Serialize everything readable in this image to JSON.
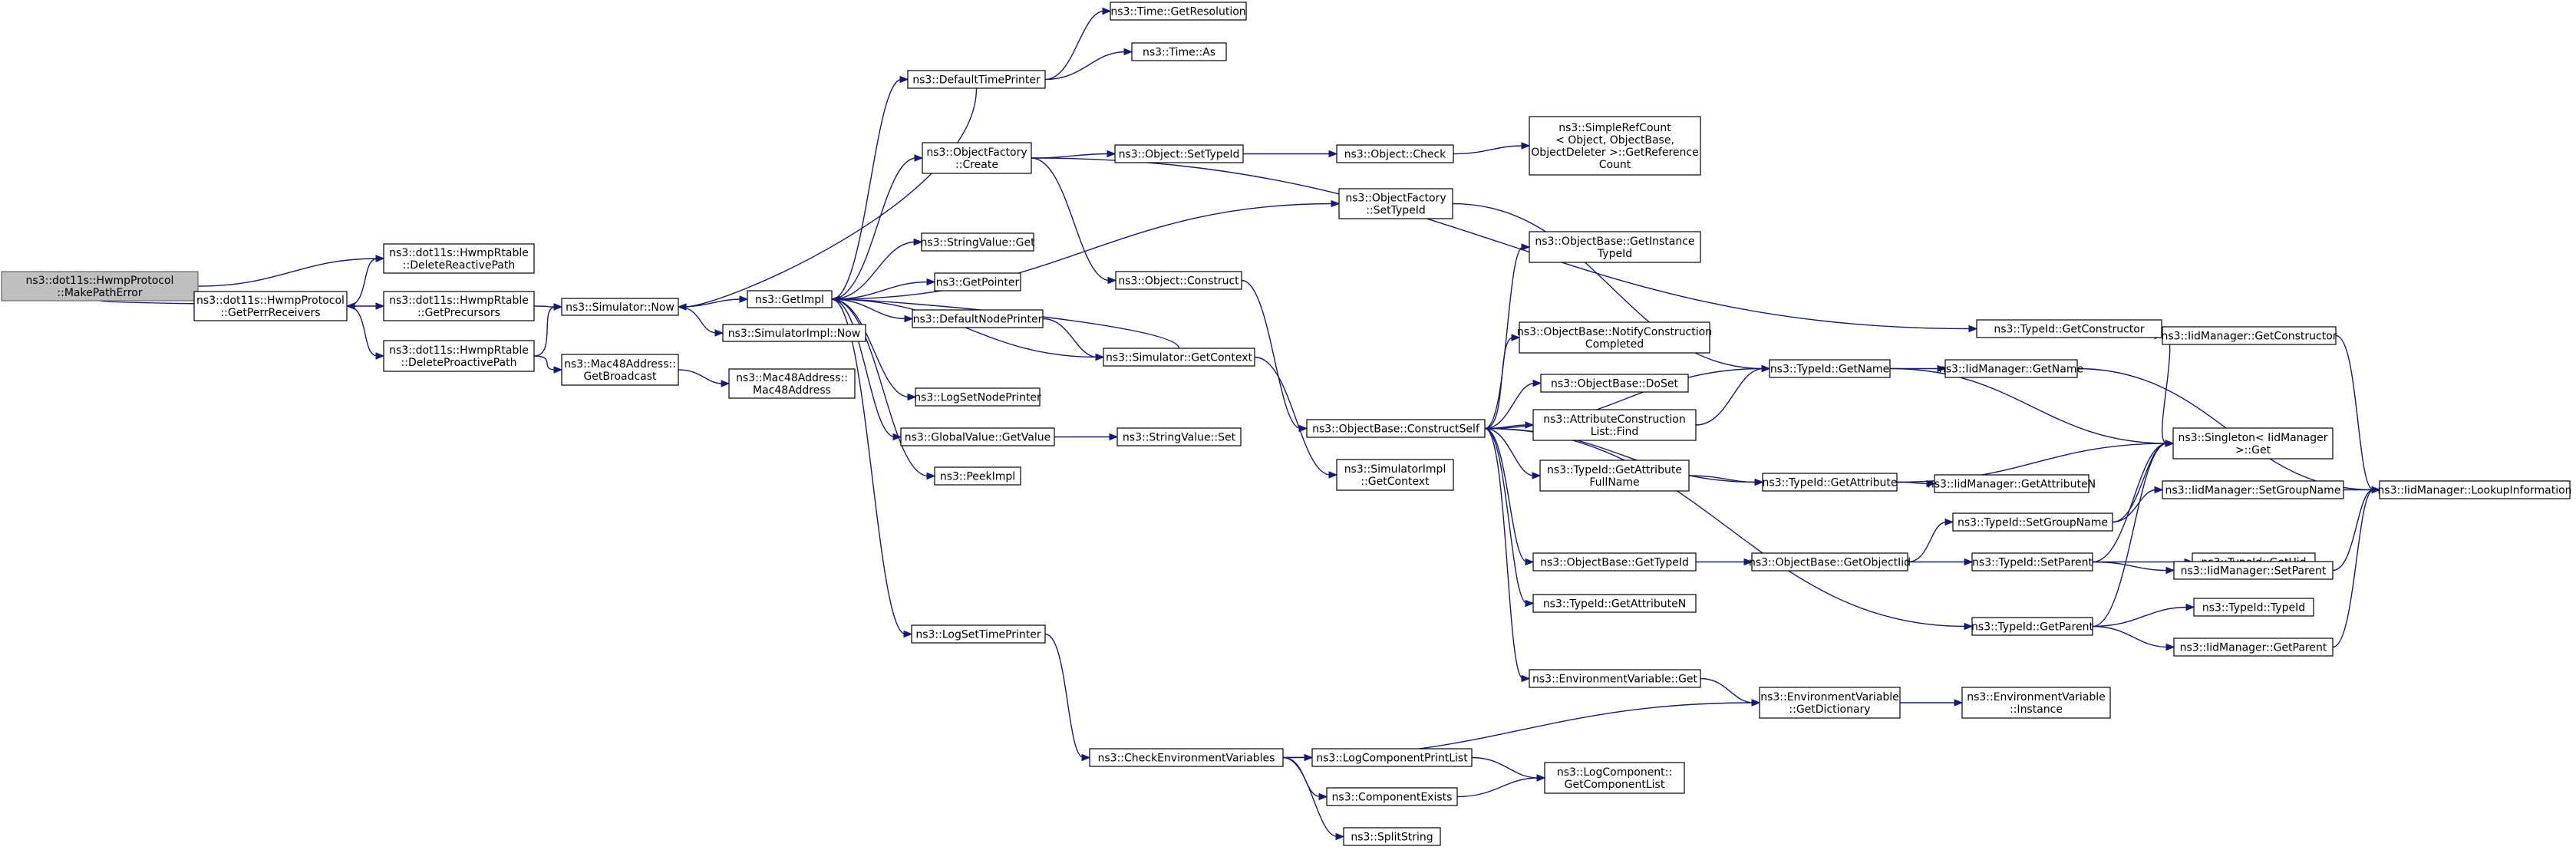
{
  "diagram": {
    "type": "call-graph",
    "colors": {
      "edge": "#191970",
      "root_fill": "#bfbfbf",
      "node_fill": "#ffffff",
      "node_border": "#000000"
    },
    "nodes": [
      {
        "id": "n0",
        "lines": [
          "ns3::dot11s::HwmpProtocol",
          "::MakePathError"
        ],
        "root": true
      },
      {
        "id": "n1",
        "lines": [
          "ns3::dot11s::HwmpRtable",
          "::DeleteReactivePath"
        ]
      },
      {
        "id": "n2",
        "lines": [
          "ns3::dot11s::HwmpProtocol",
          "::GetPerrReceivers"
        ]
      },
      {
        "id": "n3",
        "lines": [
          "ns3::dot11s::HwmpRtable",
          "::GetPrecursors"
        ]
      },
      {
        "id": "n4",
        "lines": [
          "ns3::dot11s::HwmpRtable",
          "::DeleteProactivePath"
        ]
      },
      {
        "id": "n5",
        "lines": [
          "ns3::Simulator::Now"
        ]
      },
      {
        "id": "n6",
        "lines": [
          "ns3::Mac48Address::",
          "GetBroadcast"
        ]
      },
      {
        "id": "n7",
        "lines": [
          "ns3::Mac48Address::",
          "Mac48Address"
        ]
      },
      {
        "id": "n8",
        "lines": [
          "ns3::GetImpl"
        ]
      },
      {
        "id": "n9",
        "lines": [
          "ns3::SimulatorImpl::Now"
        ]
      },
      {
        "id": "n10",
        "lines": [
          "ns3::DefaultTimePrinter"
        ]
      },
      {
        "id": "n11",
        "lines": [
          "ns3::Time::GetResolution"
        ]
      },
      {
        "id": "n12",
        "lines": [
          "ns3::Time::As"
        ]
      },
      {
        "id": "n13",
        "lines": [
          "ns3::ObjectFactory",
          "::Create"
        ]
      },
      {
        "id": "n14",
        "lines": [
          "ns3::Object::SetTypeId"
        ]
      },
      {
        "id": "n15",
        "lines": [
          "ns3::Object::Check"
        ]
      },
      {
        "id": "n16",
        "lines": [
          "ns3::SimpleRefCount",
          "< Object, ObjectBase,",
          "ObjectDeleter >::GetReference",
          "Count"
        ]
      },
      {
        "id": "n17",
        "lines": [
          "ns3::ObjectFactory",
          "::SetTypeId"
        ]
      },
      {
        "id": "n18",
        "lines": [
          "ns3::StringValue::Get"
        ]
      },
      {
        "id": "n19",
        "lines": [
          "ns3::GetPointer"
        ]
      },
      {
        "id": "n20",
        "lines": [
          "ns3::Object::Construct"
        ]
      },
      {
        "id": "n21",
        "lines": [
          "ns3::DefaultNodePrinter"
        ]
      },
      {
        "id": "n22",
        "lines": [
          "ns3::Simulator::GetContext"
        ]
      },
      {
        "id": "n23",
        "lines": [
          "ns3::LogSetNodePrinter"
        ]
      },
      {
        "id": "n24",
        "lines": [
          "ns3::GlobalValue::GetValue"
        ]
      },
      {
        "id": "n25",
        "lines": [
          "ns3::StringValue::Set"
        ]
      },
      {
        "id": "n26",
        "lines": [
          "ns3::PeekImpl"
        ]
      },
      {
        "id": "n27",
        "lines": [
          "ns3::SimulatorImpl",
          "::GetContext"
        ]
      },
      {
        "id": "n28",
        "lines": [
          "ns3::LogSetTimePrinter"
        ]
      },
      {
        "id": "n29",
        "lines": [
          "ns3::CheckEnvironmentVariables"
        ]
      },
      {
        "id": "n30",
        "lines": [
          "ns3::ObjectBase::ConstructSelf"
        ]
      },
      {
        "id": "n31",
        "lines": [
          "ns3::ObjectBase::GetInstance",
          "TypeId"
        ]
      },
      {
        "id": "n32",
        "lines": [
          "ns3::ObjectBase::NotifyConstruction",
          "Completed"
        ]
      },
      {
        "id": "n33",
        "lines": [
          "ns3::ObjectBase::DoSet"
        ]
      },
      {
        "id": "n34",
        "lines": [
          "ns3::AttributeConstruction",
          "List::Find"
        ]
      },
      {
        "id": "n35",
        "lines": [
          "ns3::TypeId::GetAttribute",
          "FullName"
        ]
      },
      {
        "id": "n36",
        "lines": [
          "ns3::ObjectBase::GetTypeId"
        ]
      },
      {
        "id": "n37",
        "lines": [
          "ns3::TypeId::GetAttributeN"
        ]
      },
      {
        "id": "n38",
        "lines": [
          "ns3::EnvironmentVariable::Get"
        ]
      },
      {
        "id": "n39",
        "lines": [
          "ns3::TypeId::GetName"
        ]
      },
      {
        "id": "n40",
        "lines": [
          "ns3::TypeId::GetAttribute"
        ]
      },
      {
        "id": "n41",
        "lines": [
          "ns3::ObjectBase::GetObjectIid"
        ]
      },
      {
        "id": "n42",
        "lines": [
          "ns3::EnvironmentVariable",
          "::GetDictionary"
        ]
      },
      {
        "id": "n43",
        "lines": [
          "ns3::LogComponentPrintList"
        ]
      },
      {
        "id": "n44",
        "lines": [
          "ns3::ComponentExists"
        ]
      },
      {
        "id": "n45",
        "lines": [
          "ns3::SplitString"
        ]
      },
      {
        "id": "n46",
        "lines": [
          "ns3::LogComponent::",
          "GetComponentList"
        ]
      },
      {
        "id": "n47",
        "lines": [
          "ns3::TypeId::GetConstructor"
        ]
      },
      {
        "id": "n48",
        "lines": [
          "ns3::IidManager::GetName"
        ]
      },
      {
        "id": "n49",
        "lines": [
          "ns3::IidManager::GetAttributeN"
        ]
      },
      {
        "id": "n50",
        "lines": [
          "ns3::TypeId::SetGroupName"
        ]
      },
      {
        "id": "n51",
        "lines": [
          "ns3::TypeId::SetParent"
        ]
      },
      {
        "id": "n52",
        "lines": [
          "ns3::TypeId::GetParent"
        ]
      },
      {
        "id": "n53",
        "lines": [
          "ns3::EnvironmentVariable",
          "::Instance"
        ]
      },
      {
        "id": "n54",
        "lines": [
          "ns3::IidManager::GetConstructor"
        ]
      },
      {
        "id": "n55",
        "lines": [
          "ns3::Singleton< IidManager",
          ">::Get"
        ]
      },
      {
        "id": "n56",
        "lines": [
          "ns3::IidManager::SetGroupName"
        ]
      },
      {
        "id": "n57",
        "lines": [
          "ns3::TypeId::GetUid"
        ]
      },
      {
        "id": "n58",
        "lines": [
          "ns3::IidManager::SetParent"
        ]
      },
      {
        "id": "n59",
        "lines": [
          "ns3::TypeId::TypeId"
        ]
      },
      {
        "id": "n60",
        "lines": [
          "ns3::IidManager::GetParent"
        ]
      },
      {
        "id": "n61",
        "lines": [
          "ns3::IidManager::LookupInformation"
        ]
      }
    ],
    "edges": [
      [
        "n0",
        "n1"
      ],
      [
        "n0",
        "n2"
      ],
      [
        "n2",
        "n1"
      ],
      [
        "n2",
        "n3"
      ],
      [
        "n2",
        "n4"
      ],
      [
        "n3",
        "n5"
      ],
      [
        "n4",
        "n5"
      ],
      [
        "n4",
        "n6"
      ],
      [
        "n6",
        "n7"
      ],
      [
        "n5",
        "n8"
      ],
      [
        "n5",
        "n9"
      ],
      [
        "n8",
        "n10"
      ],
      [
        "n8",
        "n13"
      ],
      [
        "n8",
        "n17"
      ],
      [
        "n8",
        "n18"
      ],
      [
        "n8",
        "n19"
      ],
      [
        "n8",
        "n21"
      ],
      [
        "n8",
        "n22"
      ],
      [
        "n8",
        "n23"
      ],
      [
        "n8",
        "n24"
      ],
      [
        "n8",
        "n26"
      ],
      [
        "n8",
        "n28"
      ],
      [
        "n10",
        "n11"
      ],
      [
        "n10",
        "n12"
      ],
      [
        "n10",
        "n5"
      ],
      [
        "n13",
        "n14"
      ],
      [
        "n13",
        "n20"
      ],
      [
        "n13",
        "n47"
      ],
      [
        "n14",
        "n15"
      ],
      [
        "n15",
        "n16"
      ],
      [
        "n17",
        "n39"
      ],
      [
        "n20",
        "n30"
      ],
      [
        "n21",
        "n22"
      ],
      [
        "n22",
        "n8"
      ],
      [
        "n22",
        "n27"
      ],
      [
        "n24",
        "n25"
      ],
      [
        "n28",
        "n29"
      ],
      [
        "n29",
        "n42"
      ],
      [
        "n29",
        "n43"
      ],
      [
        "n29",
        "n44"
      ],
      [
        "n29",
        "n45"
      ],
      [
        "n43",
        "n46"
      ],
      [
        "n44",
        "n46"
      ],
      [
        "n30",
        "n31"
      ],
      [
        "n30",
        "n32"
      ],
      [
        "n30",
        "n33"
      ],
      [
        "n30",
        "n34"
      ],
      [
        "n30",
        "n35"
      ],
      [
        "n30",
        "n36"
      ],
      [
        "n30",
        "n37"
      ],
      [
        "n30",
        "n38"
      ],
      [
        "n30",
        "n39"
      ],
      [
        "n30",
        "n40"
      ],
      [
        "n30",
        "n52"
      ],
      [
        "n35",
        "n40"
      ],
      [
        "n34",
        "n39"
      ],
      [
        "n36",
        "n41"
      ],
      [
        "n41",
        "n50"
      ],
      [
        "n41",
        "n51"
      ],
      [
        "n38",
        "n42"
      ],
      [
        "n42",
        "n53"
      ],
      [
        "n39",
        "n48"
      ],
      [
        "n39",
        "n55"
      ],
      [
        "n40",
        "n49"
      ],
      [
        "n40",
        "n55"
      ],
      [
        "n47",
        "n54"
      ],
      [
        "n47",
        "n55"
      ],
      [
        "n48",
        "n61"
      ],
      [
        "n54",
        "n61"
      ],
      [
        "n50",
        "n56"
      ],
      [
        "n50",
        "n55"
      ],
      [
        "n51",
        "n57"
      ],
      [
        "n51",
        "n58"
      ],
      [
        "n51",
        "n55"
      ],
      [
        "n52",
        "n59"
      ],
      [
        "n52",
        "n60"
      ],
      [
        "n52",
        "n55"
      ],
      [
        "n56",
        "n61"
      ],
      [
        "n58",
        "n61"
      ],
      [
        "n60",
        "n61"
      ]
    ]
  }
}
